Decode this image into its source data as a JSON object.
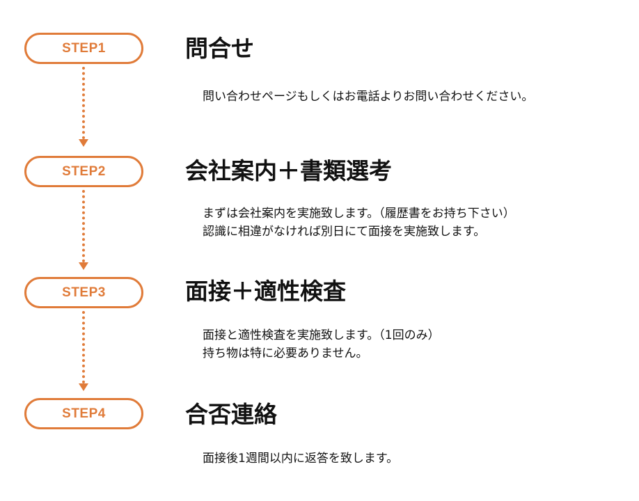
{
  "steps": [
    {
      "label": "STEP1",
      "title": "問合せ",
      "lines": [
        "問い合わせページもしくはお電話よりお問い合わせください。"
      ]
    },
    {
      "label": "STEP2",
      "title": "会社案内＋書類選考",
      "lines": [
        "まずは会社案内を実施致します。（履歴書をお持ち下さい）",
        "認識に相違がなければ別日にて面接を実施致します。"
      ]
    },
    {
      "label": "STEP3",
      "title": "面接＋適性検査",
      "lines": [
        "面接と適性検査を実施致します。（1回のみ）",
        "持ち物は特に必要ありません。"
      ]
    },
    {
      "label": "STEP4",
      "title": "合否連絡",
      "lines": [
        "面接後1週間以内に返答を致します。"
      ]
    }
  ],
  "colors": {
    "accent": "#e07b39",
    "text": "#111111",
    "background": "#ffffff"
  }
}
